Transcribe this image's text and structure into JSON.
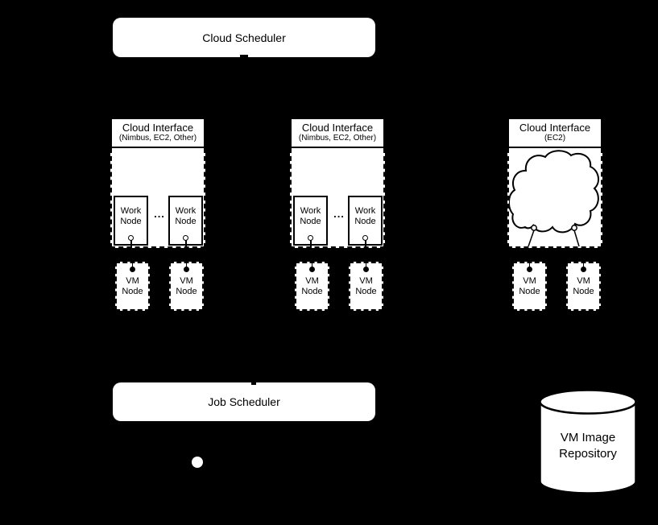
{
  "colors": {
    "background": "#000000",
    "shape_fill": "#ffffff",
    "stroke": "#000000"
  },
  "cloud_scheduler": {
    "label": "Cloud Scheduler"
  },
  "job_scheduler": {
    "label": "Job Scheduler"
  },
  "groups": [
    {
      "title": "Cloud Interface",
      "subtitle": "(Nimbus, EC2, Other)",
      "work_node_1": "Work Node",
      "work_node_2": "Work Node",
      "ellipsis": "...",
      "vm_node_1": "VM Node",
      "vm_node_2": "VM Node"
    },
    {
      "title": "Cloud Interface",
      "subtitle": "(Nimbus, EC2, Other)",
      "work_node_1": "Work Node",
      "work_node_2": "Work Node",
      "ellipsis": "...",
      "vm_node_1": "VM Node",
      "vm_node_2": "VM Node"
    },
    {
      "title": "Cloud Interface",
      "subtitle": "(EC2)",
      "vm_node_1": "VM Node",
      "vm_node_2": "VM Node"
    }
  ],
  "repository": {
    "line1": "VM Image",
    "line2": "Repository"
  }
}
